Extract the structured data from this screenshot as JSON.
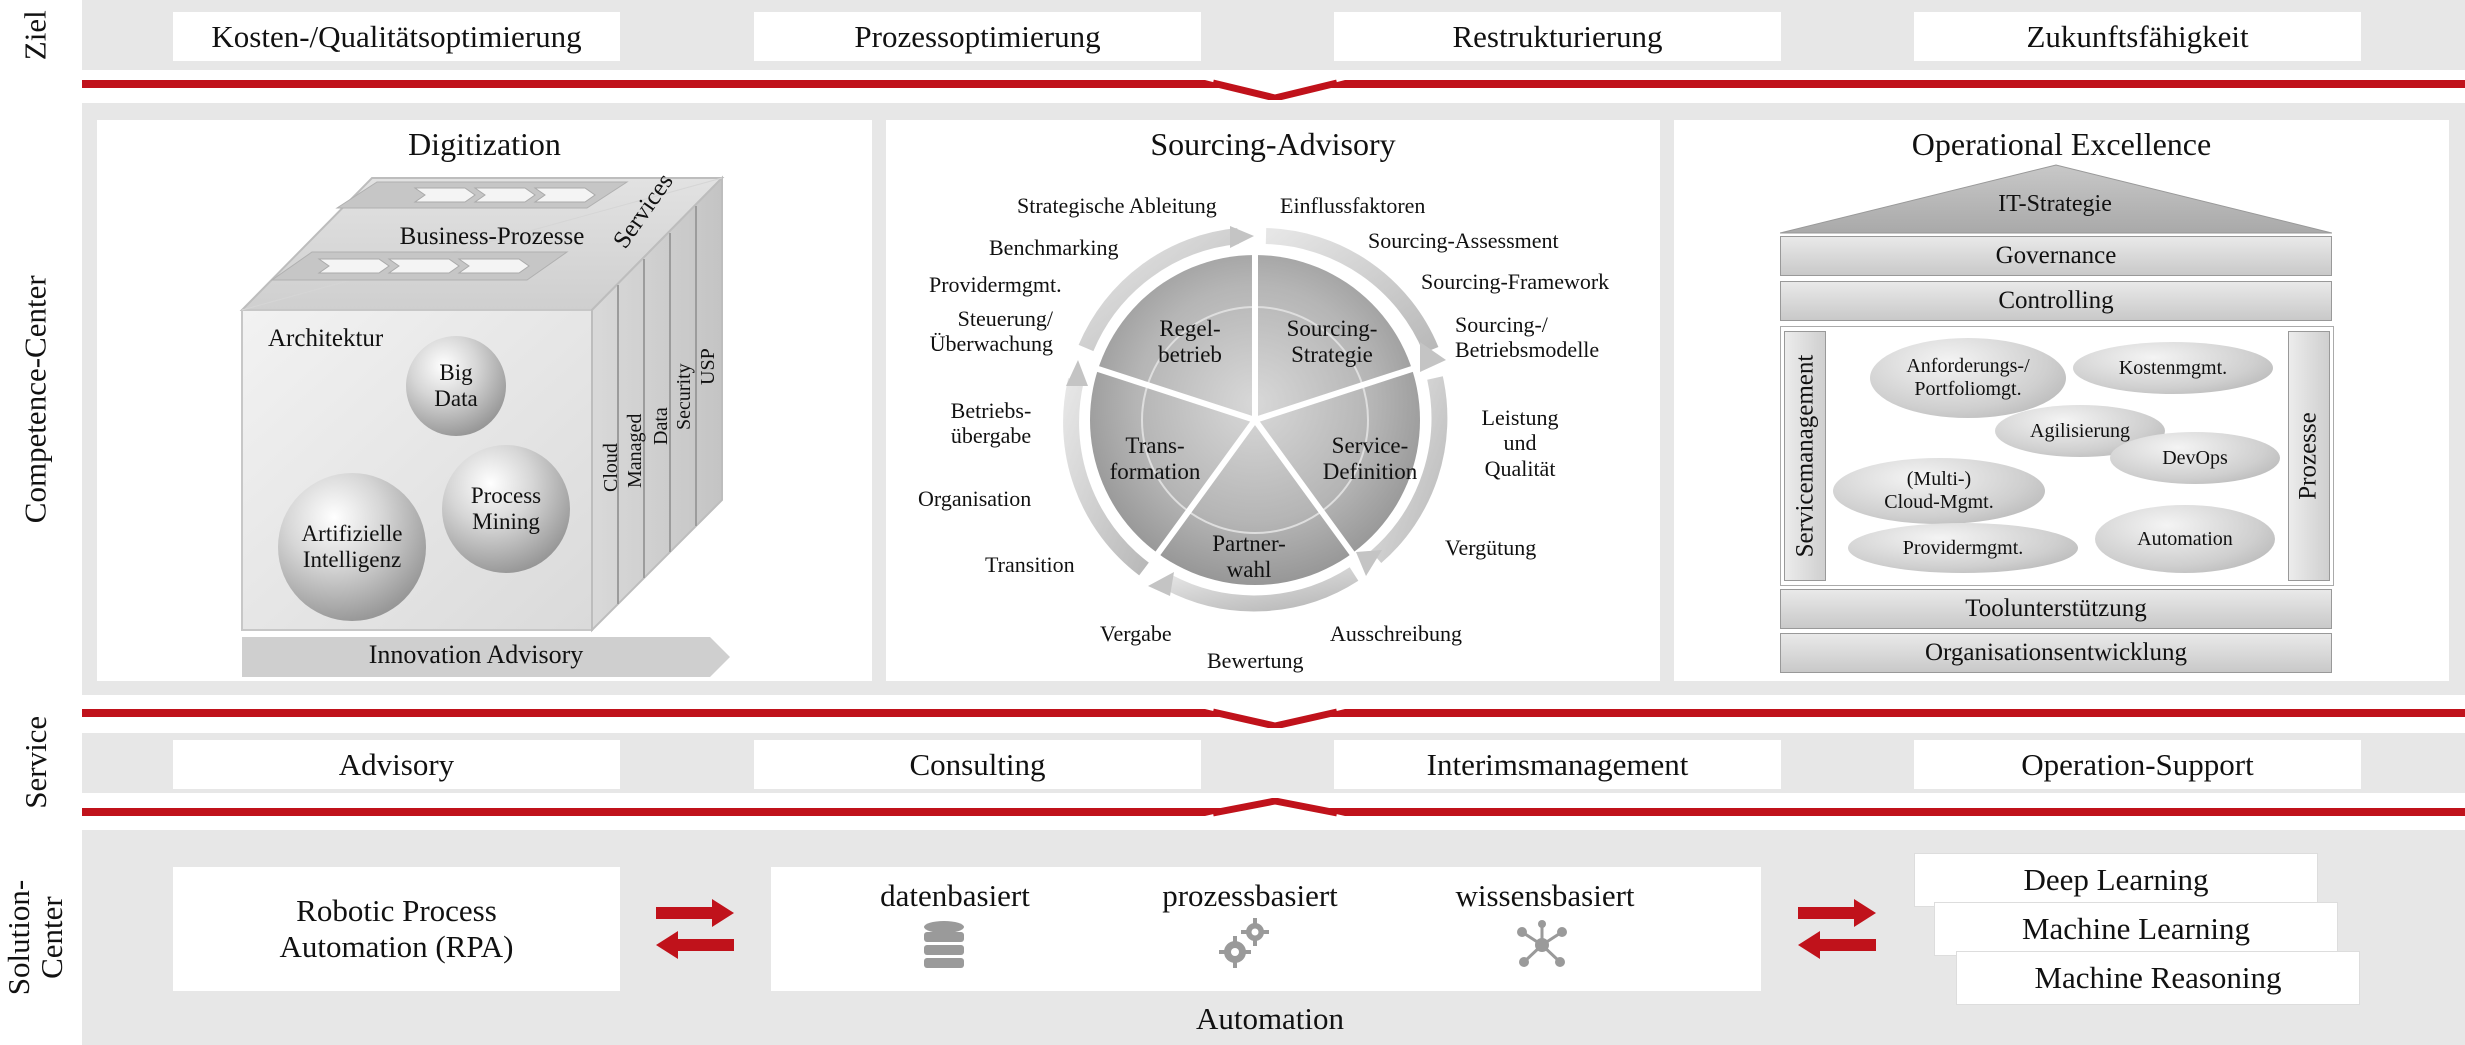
{
  "ziel": {
    "label": "Ziel",
    "items": [
      "Kosten-/Qualitätsoptimierung",
      "Prozessoptimierung",
      "Restrukturierung",
      "Zukunftsfähigkeit"
    ]
  },
  "competence": {
    "label": "Competence-Center",
    "digitization": {
      "title": "Digitization",
      "business": "Business-Prozesse",
      "services": "Services",
      "architektur": "Architektur",
      "spheres": [
        "Big\nData",
        "Process\nMining",
        "Artifizielle\nIntelligenz"
      ],
      "service_columns": [
        "Cloud",
        "Managed",
        "Data",
        "Security",
        "USP"
      ],
      "innovation": "Innovation Advisory"
    },
    "sourcing": {
      "title": "Sourcing-Advisory",
      "segments": [
        "Regel-\nbetrieb",
        "Sourcing-\nStrategie",
        "Service-\nDefinition",
        "Partner-\nwahl",
        "Trans-\nformation"
      ],
      "labels": [
        "Strategische Ableitung",
        "Einflussfaktoren",
        "Sourcing-Assessment",
        "Benchmarking",
        "Sourcing-Framework",
        "Providermgmt.",
        "Sourcing-/\nBetriebsmodelle",
        "Steuerung/\nÜberwachung",
        "Leistung\nund\nQualität",
        "Betriebs-\nübergabe",
        "Organisation",
        "Vergütung",
        "Transition",
        "Vergabe",
        "Ausschreibung",
        "Bewertung"
      ]
    },
    "opex": {
      "title": "Operational Excellence",
      "roof": "IT-Strategie",
      "bars_top": [
        "Governance",
        "Controlling"
      ],
      "left": "Servicemanagement",
      "right": "Prozesse",
      "ellipses": [
        "Anforderungs-/\nPortfoliomgt.",
        "Kostenmgmt.",
        "Agilisierung",
        "DevOps",
        "(Multi-)\nCloud-Mgmt.",
        "Providermgmt.",
        "Automation"
      ],
      "bars_bottom": [
        "Toolunterstützung",
        "Organisationsentwicklung"
      ]
    }
  },
  "service": {
    "label": "Service",
    "items": [
      "Advisory",
      "Consulting",
      "Interimsmanagement",
      "Operation-Support"
    ]
  },
  "solution": {
    "label": "Solution-\nCenter",
    "rpa": "Robotic Process\nAutomation (RPA)",
    "automation_types": [
      "datenbasiert",
      "prozessbasiert",
      "wissensbasiert"
    ],
    "automation": "Automation",
    "learning": [
      "Deep Learning",
      "Machine Learning",
      "Machine Reasoning"
    ]
  },
  "colors": {
    "accent": "#c0121b",
    "band": "#e7e7e7"
  }
}
